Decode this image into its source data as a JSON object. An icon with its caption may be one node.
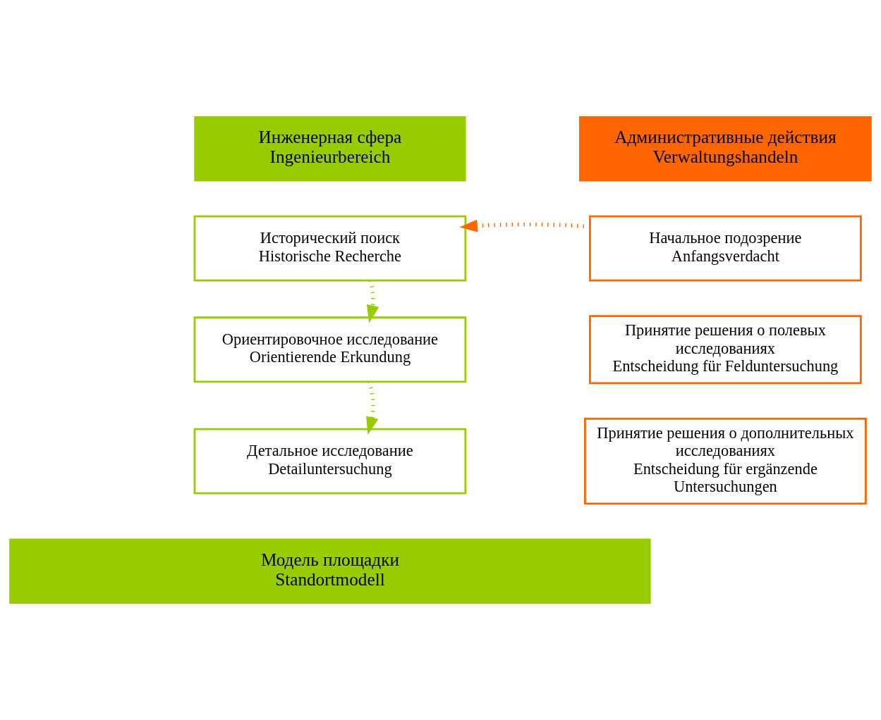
{
  "diagram": {
    "nodes": [
      {
        "text": [
          "Инженерная сфера",
          "Ingenieurbereich"
        ]
      },
      {
        "text": [
          "Административные действия",
          "Verwaltungshandeln"
        ]
      },
      {
        "text": [
          "Начальное подозрение",
          "Anfangsverdacht"
        ]
      },
      {
        "text": [
          "Исторический поиск",
          "Historische Recherche"
        ]
      },
      {
        "text": [
          "Принятие решения о полевых исследованиях",
          "Entscheidung für Felduntersuchung"
        ]
      },
      {
        "text": [
          "Ориентировочное исследование",
          "Orientierende Erkundung"
        ]
      },
      {
        "text": [
          "Принятие решения о дополнительных исследованиях",
          "Entscheidung für ergänzende Untersuchungen"
        ]
      },
      {
        "text": [
          "Детальное исследование",
          "Detailuntersuchung"
        ]
      },
      {
        "text": [
          "Модель площадки",
          "Standortmodell"
        ]
      }
    ],
    "edges": [
      {
        "from": 2,
        "to": 3,
        "arrow": "to",
        "style": "dashed",
        "color": "#ff6600"
      },
      {
        "from": 3,
        "to": 5,
        "arrow": "to",
        "style": "dashed"
      },
      {
        "from": 5,
        "to": 7,
        "arrow": "to",
        "style": "dashed"
      }
    ]
  }
}
